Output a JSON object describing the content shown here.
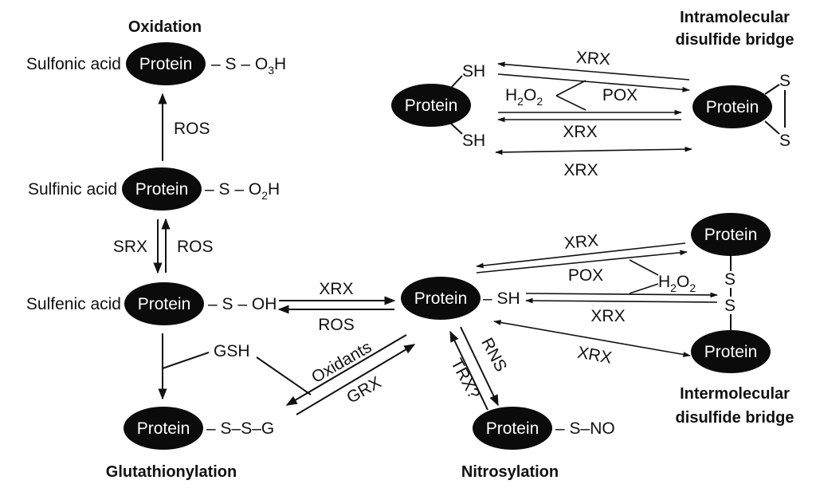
{
  "titles": {
    "oxidation": "Oxidation",
    "intramolecular": [
      "Intramolecular",
      "disulfide bridge"
    ],
    "intermolecular": [
      "Intermolecular",
      "disulfide bridge"
    ],
    "glutathionylation": "Glutathionylation",
    "nitrosylation": "Nitrosylation"
  },
  "protein_label": "Protein",
  "species": {
    "sulfonic": {
      "name": "Sulfonic acid",
      "group": "S – O",
      "sub": "3",
      "tail": "H"
    },
    "sulfinic": {
      "name": "Sulfinic acid",
      "group": "S – O",
      "sub": "2",
      "tail": "H"
    },
    "sulfenic": {
      "name": "Sulfenic acid",
      "group": "S – OH"
    },
    "glutathionyl": {
      "group": "S–S–G"
    },
    "nitrosyl": {
      "group": "S–NO"
    },
    "thiol": {
      "group": "SH"
    }
  },
  "intra": {
    "sh_top": "SH",
    "sh_bottom": "SH",
    "s_top": "S",
    "s_bottom": "S"
  },
  "inter": {
    "s_top": "S",
    "s_bottom": "S"
  },
  "enzymes": {
    "ros_1": "ROS",
    "srx": "SRX",
    "ros_2": "ROS",
    "xrx_sulfenic": "XRX",
    "ros_sulfenic": "ROS",
    "gsh": "GSH",
    "oxidants": "Oxidants",
    "grx": "GRX",
    "rns": "RNS",
    "trx": "TRX?",
    "intra_xrx_1": "XRX",
    "intra_h2o2": {
      "main": "H",
      "sub": "2",
      "mid": "O",
      "sub2": "2"
    },
    "intra_pox": "POX",
    "intra_xrx_2": "XRX",
    "intra_xrx_3": "XRX",
    "inter_xrx_1": "XRX",
    "inter_pox": "POX",
    "inter_h2o2": {
      "main": "H",
      "sub": "2",
      "mid": "O",
      "sub2": "2"
    },
    "inter_xrx_2": "XRX",
    "inter_xrx_3": "XRX"
  }
}
